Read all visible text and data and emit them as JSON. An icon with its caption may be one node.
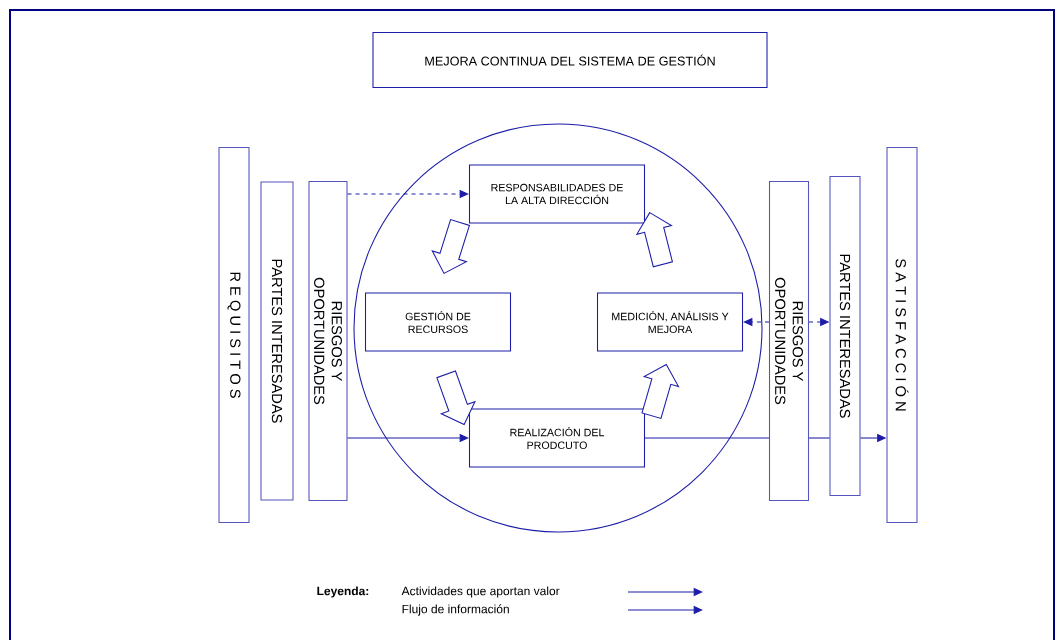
{
  "diagram": {
    "nodes": [
      {
        "text": [
          "MEJORA CONTINUA DEL SISTEMA DE GESTIÓN"
        ]
      },
      {
        "text": [
          "R E Q U I S I T O S"
        ]
      },
      {
        "text": [
          "PARTES INTERESADAS"
        ]
      },
      {
        "text": [
          "RIESGOS Y OPORTUNIDADES"
        ]
      },
      {
        "text": [],
        "shape": "circle"
      },
      {
        "text": [
          "RESPONSABILIDADES DE LA ALTA DIRECCIÓN"
        ],
        "in": 4
      },
      {
        "text": [
          "GESTIÓN DE RECURSOS"
        ],
        "in": 4
      },
      {
        "text": [
          "MEDICIÓN, ANÁLISIS Y MEJORA"
        ],
        "in": 4
      },
      {
        "text": [
          "REALIZACIÓN DEL PRODCUTO"
        ],
        "in": 4
      },
      {
        "text": [
          "RIESGOS Y OPORTUNIDADES"
        ]
      },
      {
        "text": [
          "PARTES INTERESADAS"
        ]
      },
      {
        "text": [
          "S A T I S F A C C I Ó N"
        ]
      }
    ],
    "edges": [
      {
        "from": 3,
        "to": 5,
        "arrow": "to",
        "style": "dashed"
      },
      {
        "from": 5,
        "to": 6,
        "arrow": "to",
        "style": "thick"
      },
      {
        "from": 6,
        "to": 8,
        "arrow": "to",
        "style": "thick"
      },
      {
        "from": 8,
        "to": 7,
        "arrow": "to",
        "style": "thick"
      },
      {
        "from": 7,
        "to": 5,
        "arrow": "to",
        "style": "thick"
      },
      {
        "from": 3,
        "to": 8,
        "arrow": "to"
      },
      {
        "from": 8,
        "to": 9,
        "arrow": "none"
      },
      {
        "from": 9,
        "to": 10,
        "arrow": "none"
      },
      {
        "from": 10,
        "to": 11,
        "arrow": "to"
      },
      {
        "from": 9,
        "to": 7,
        "arrow": "to",
        "style": "dashed"
      },
      {
        "from": 9,
        "to": 10,
        "arrow": "to",
        "style": "dashed"
      }
    ],
    "labels": [
      "Leyenda:"
    ],
    "legend": [
      {
        "text": "Actividades que aportan valor"
      },
      {
        "text": "Flujo de información"
      }
    ]
  }
}
